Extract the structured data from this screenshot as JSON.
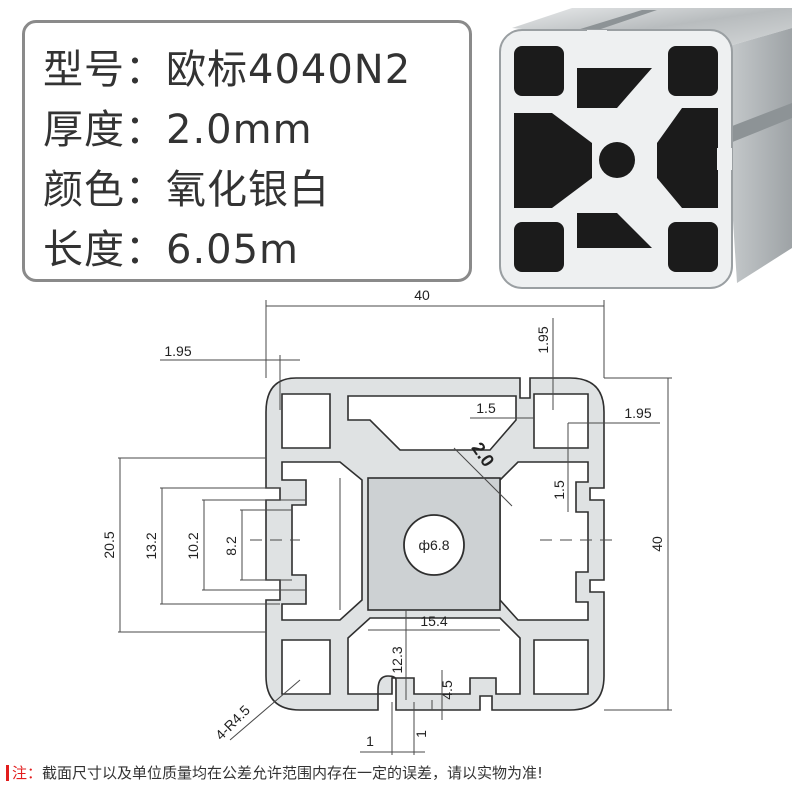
{
  "spec": {
    "model": "型号：欧标4040N2",
    "thickness": "厚度：2.0mm",
    "color": "颜色：氧化银白",
    "length": "长度：6.05m"
  },
  "drawing": {
    "width_top": "40",
    "height_right": "40",
    "slot_open_left": "1.95",
    "slot_depth_top": "1.95",
    "wall_right": "1.95",
    "gap_top": "1.5",
    "gap_right": "1.5",
    "web_thickness": "2.0",
    "h_20_5": "20.5",
    "h_13_2": "13.2",
    "h_10_2": "10.2",
    "h_8_2": "8.2",
    "center_15_4": "15.4",
    "slot_12_3": "12.3",
    "slot_4_5": "4.5",
    "bottom_1_a": "1",
    "bottom_1_b": "1",
    "corner_radius": "4-R4.5",
    "hole": "ф6.8"
  },
  "note": {
    "label": "注：",
    "text": "截面尺寸以及单位质量均在公差允许范围内存在一定的误差，请以实物为准!"
  },
  "colors": {
    "profile_fill": "#dfe2e3",
    "profile_stroke": "#2f2f2f",
    "dimension_line": "#4a4a4a",
    "note_red": "#e21d1d"
  }
}
